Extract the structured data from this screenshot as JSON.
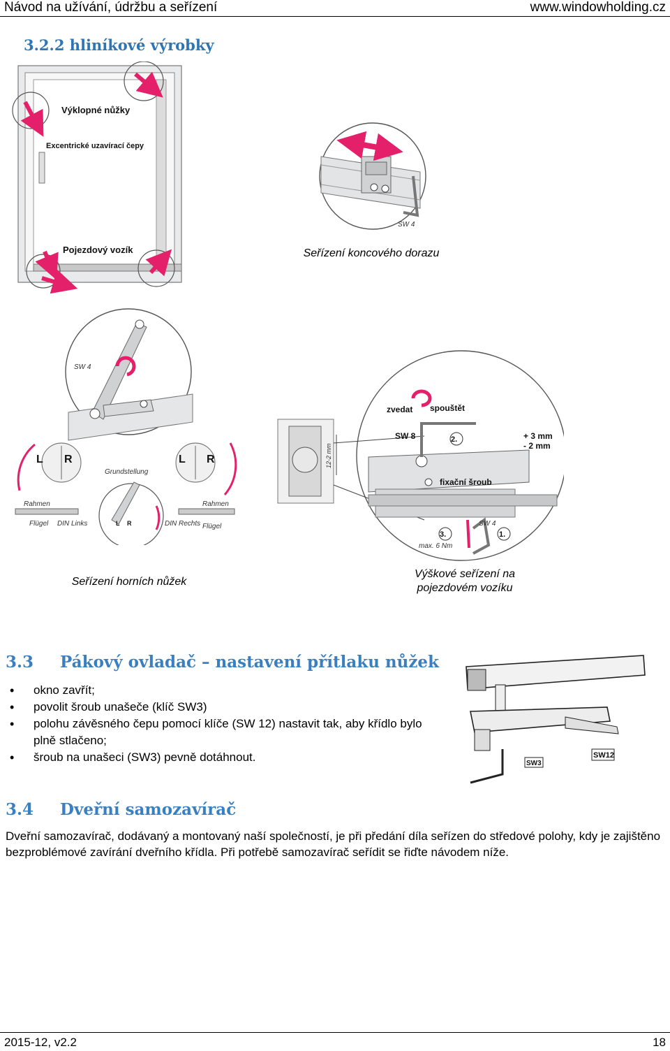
{
  "header": {
    "left": "Návod na užívání, údržbu a seřízení",
    "right": "www.windowholding.cz"
  },
  "section_322": {
    "title": "3.2.2   hliníkové výrobky"
  },
  "figure_window": {
    "label_tilt": "Výklopné nůžky",
    "label_eccentric": "Excentrické uzavírací čepy",
    "label_carriage": "Pojezdový vozík"
  },
  "figure_stop": {
    "label_key": "SW 4",
    "caption": "Seřízení koncového dorazu"
  },
  "figure_scissors": {
    "label_key": "SW 4",
    "label_L": "L",
    "label_R": "R",
    "label_basic": "Grundstellung",
    "label_frame": "Rahmen",
    "label_sash": "Flügel",
    "label_din_left": "DIN Links",
    "label_din_right": "DIN Rechts",
    "caption": "Seřízení horních nůžek"
  },
  "figure_carriage": {
    "label_raise": "zvedat",
    "label_lower": "spouštět",
    "label_key8": "SW 8",
    "label_key4": "SW 4",
    "label_step1": "1.",
    "label_step2": "2.",
    "label_step3": "3.",
    "label_plus": "+ 3 mm",
    "label_minus": "- 2 mm",
    "label_screw": "fixační šroub",
    "label_torque": "max. 6 Nm",
    "label_dim": "12-2 mm",
    "caption_line1": "Výškové seřízení na",
    "caption_line2": "pojezdovém vozíku"
  },
  "section_33": {
    "num": "3.3",
    "title": "Pákový ovladač – nastavení přítlaku nůžek",
    "bullets": [
      "okno zavřít;",
      "povolit šroub unašeče (klíč SW3)",
      "polohu závěsného čepu pomocí klíče (SW 12) nastavit tak, aby křídlo bylo plně stlačeno;",
      "šroub na unašeci (SW3) pevně dotáhnout."
    ]
  },
  "figure_lever": {
    "label_sw12": "SW12",
    "label_sw3": "SW3"
  },
  "section_34": {
    "num": "3.4",
    "title": "Dveřní samozavírač",
    "paragraph": "Dveřní samozavírač, dodávaný a montovaný naší společností, je při předání díla seřízen do středové polohy, kdy je zajištěno bezproblémové zavírání dveřního křídla. Při potřebě samozavírač seřídit se řiďte návodem níže."
  },
  "footer": {
    "left": "2015-12, v2.2",
    "right": "18"
  },
  "colors": {
    "heading": "#2e75b6",
    "arrow": "#e4206a",
    "gray": "#b8bcc0"
  }
}
